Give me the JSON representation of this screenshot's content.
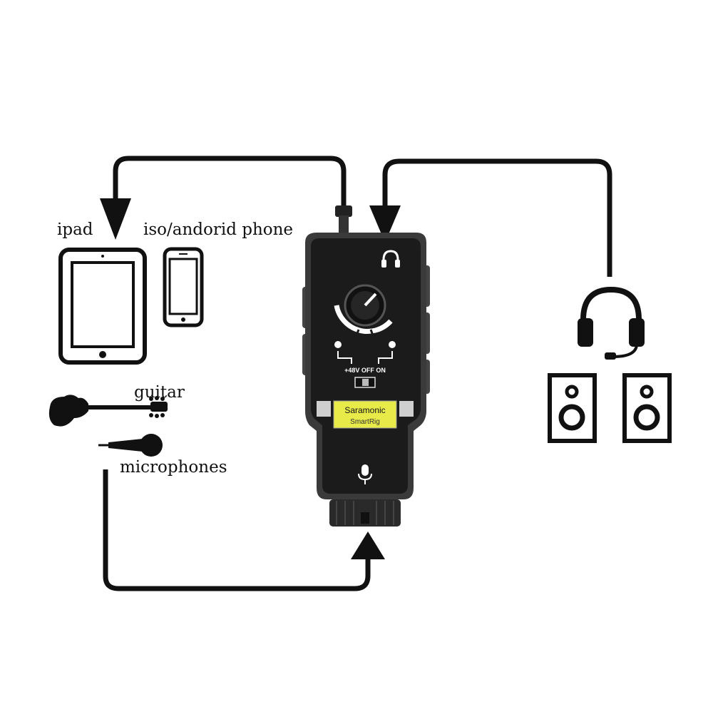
{
  "labels": {
    "ipad": "ipad",
    "phone": "iso/andorid phone",
    "guitar": "guitar",
    "microphones": "microphones"
  },
  "device": {
    "brand": "Saramonic",
    "model": "SmartRig",
    "phantom_label": "+48V OFF ON"
  },
  "colors": {
    "line": "#111111",
    "device_body": "#1c1c1c",
    "device_shell": "#3a3a3a",
    "brand_label_bg": "#e8ea4a"
  }
}
